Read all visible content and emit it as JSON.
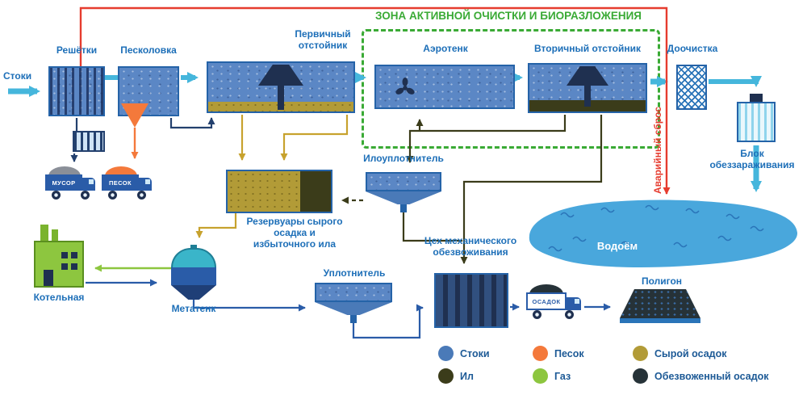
{
  "diagram": {
    "title": "ЗОНА АКТИВНОЙ ОЧИСТКИ И БИОРАЗЛОЖЕНИЯ",
    "labels": {
      "stoki": "Стоки",
      "reshetki": "Решётки",
      "peskolovka": "Песколовка",
      "pervichny_otstoynik": "Первичный отстойник",
      "aerotenk": "Аэротенк",
      "vtorichny_otstoynik": "Вторичный отстойник",
      "doochistka": "Доочистка",
      "blok_obezzarazhivaniya": "Блок обеззараживания",
      "avariyny_sbros": "Аварийный сброс",
      "vodoyom": "Водоём",
      "ilouplotnitel": "Илоуплотнитель",
      "rezervuary": "Резервуары сырого осадка и избыточного ила",
      "tseh": "Цех механического обезвоживания",
      "uplotnitel": "Уплотнитель",
      "metatenk": "Метатенк",
      "kotelnaya": "Котельная",
      "poligon": "Полигон"
    },
    "trucks": {
      "musor": "МУСОР",
      "pesok": "ПЕСОК",
      "osadok": "ОСАДОК"
    },
    "legend": {
      "items": [
        {
          "label": "Стоки",
          "color": "#4a7ab8"
        },
        {
          "label": "Ил",
          "color": "#3b3c1a"
        },
        {
          "label": "Песок",
          "color": "#f4793b"
        },
        {
          "label": "Газ",
          "color": "#8dc63f"
        },
        {
          "label": "Сырой осадок",
          "color": "#b29b37"
        },
        {
          "label": "Обезвоженный осадок",
          "color": "#263238"
        }
      ]
    },
    "colors": {
      "accent_green": "#3aaa35",
      "accent_red": "#e63c2f",
      "flow_teal": "#45b6dc",
      "label_blue": "#1d6fb8",
      "tank_blue": "#5b87c5",
      "dark_navy": "#1f3050",
      "raw_sludge": "#c7a22e",
      "sludge_dark": "#3b3c1a",
      "gas_green": "#8dc63f"
    }
  }
}
